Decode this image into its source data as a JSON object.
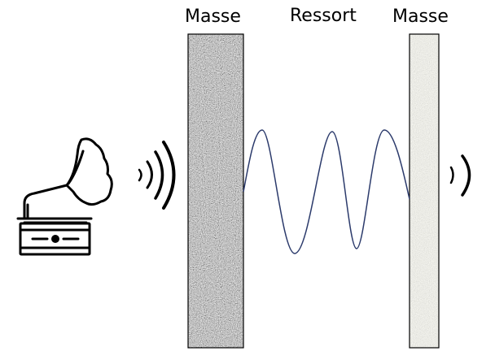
{
  "labels": {
    "mass_left": "Masse",
    "spring": "Ressort",
    "mass_right": "Masse"
  },
  "colors": {
    "wave_line": "#2b3a6b",
    "wall_left": "#8a8a8a",
    "wall_right": "#d8d8d2",
    "outline": "#000000"
  },
  "icons": {
    "sound_source": "gramophone-icon",
    "incoming_sound": "sound-waves-icon",
    "transmitted_sound": "sound-wave-icon"
  }
}
